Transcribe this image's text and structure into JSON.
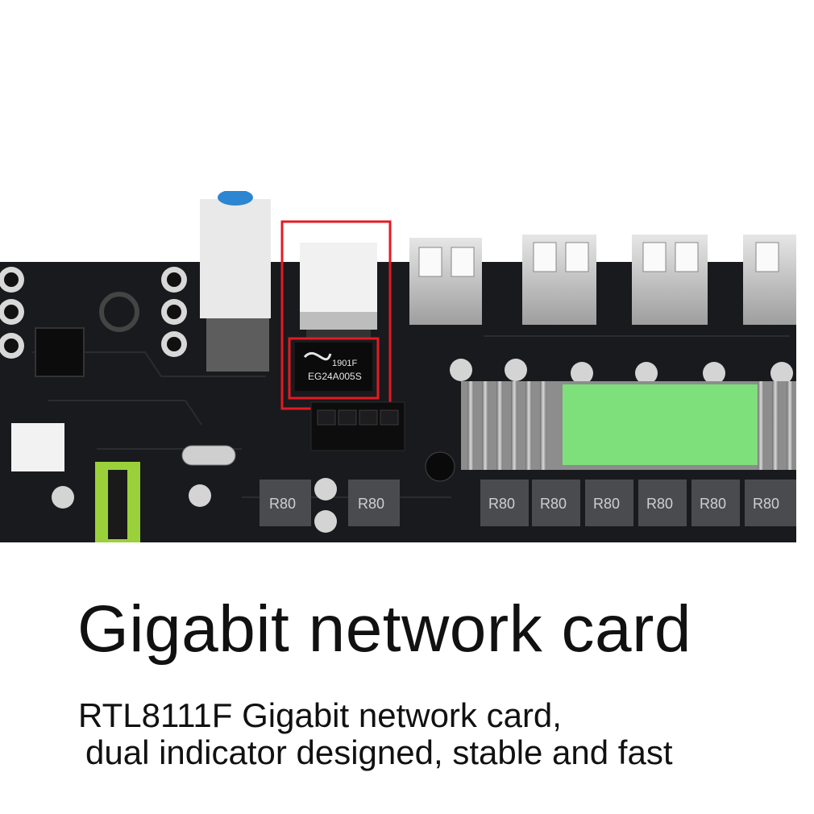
{
  "image": {
    "subject": "circuit-board-photo",
    "chip_labels": [
      "1901F",
      "EG24A005S"
    ],
    "inductor_label": "R80",
    "highlight_color": "#e31b23",
    "accent_green": "#7ee07a"
  },
  "caption": {
    "title": "Gigabit network card",
    "line1": "RTL8111F Gigabit network card,",
    "line2": "dual indicator designed, stable and fast"
  }
}
